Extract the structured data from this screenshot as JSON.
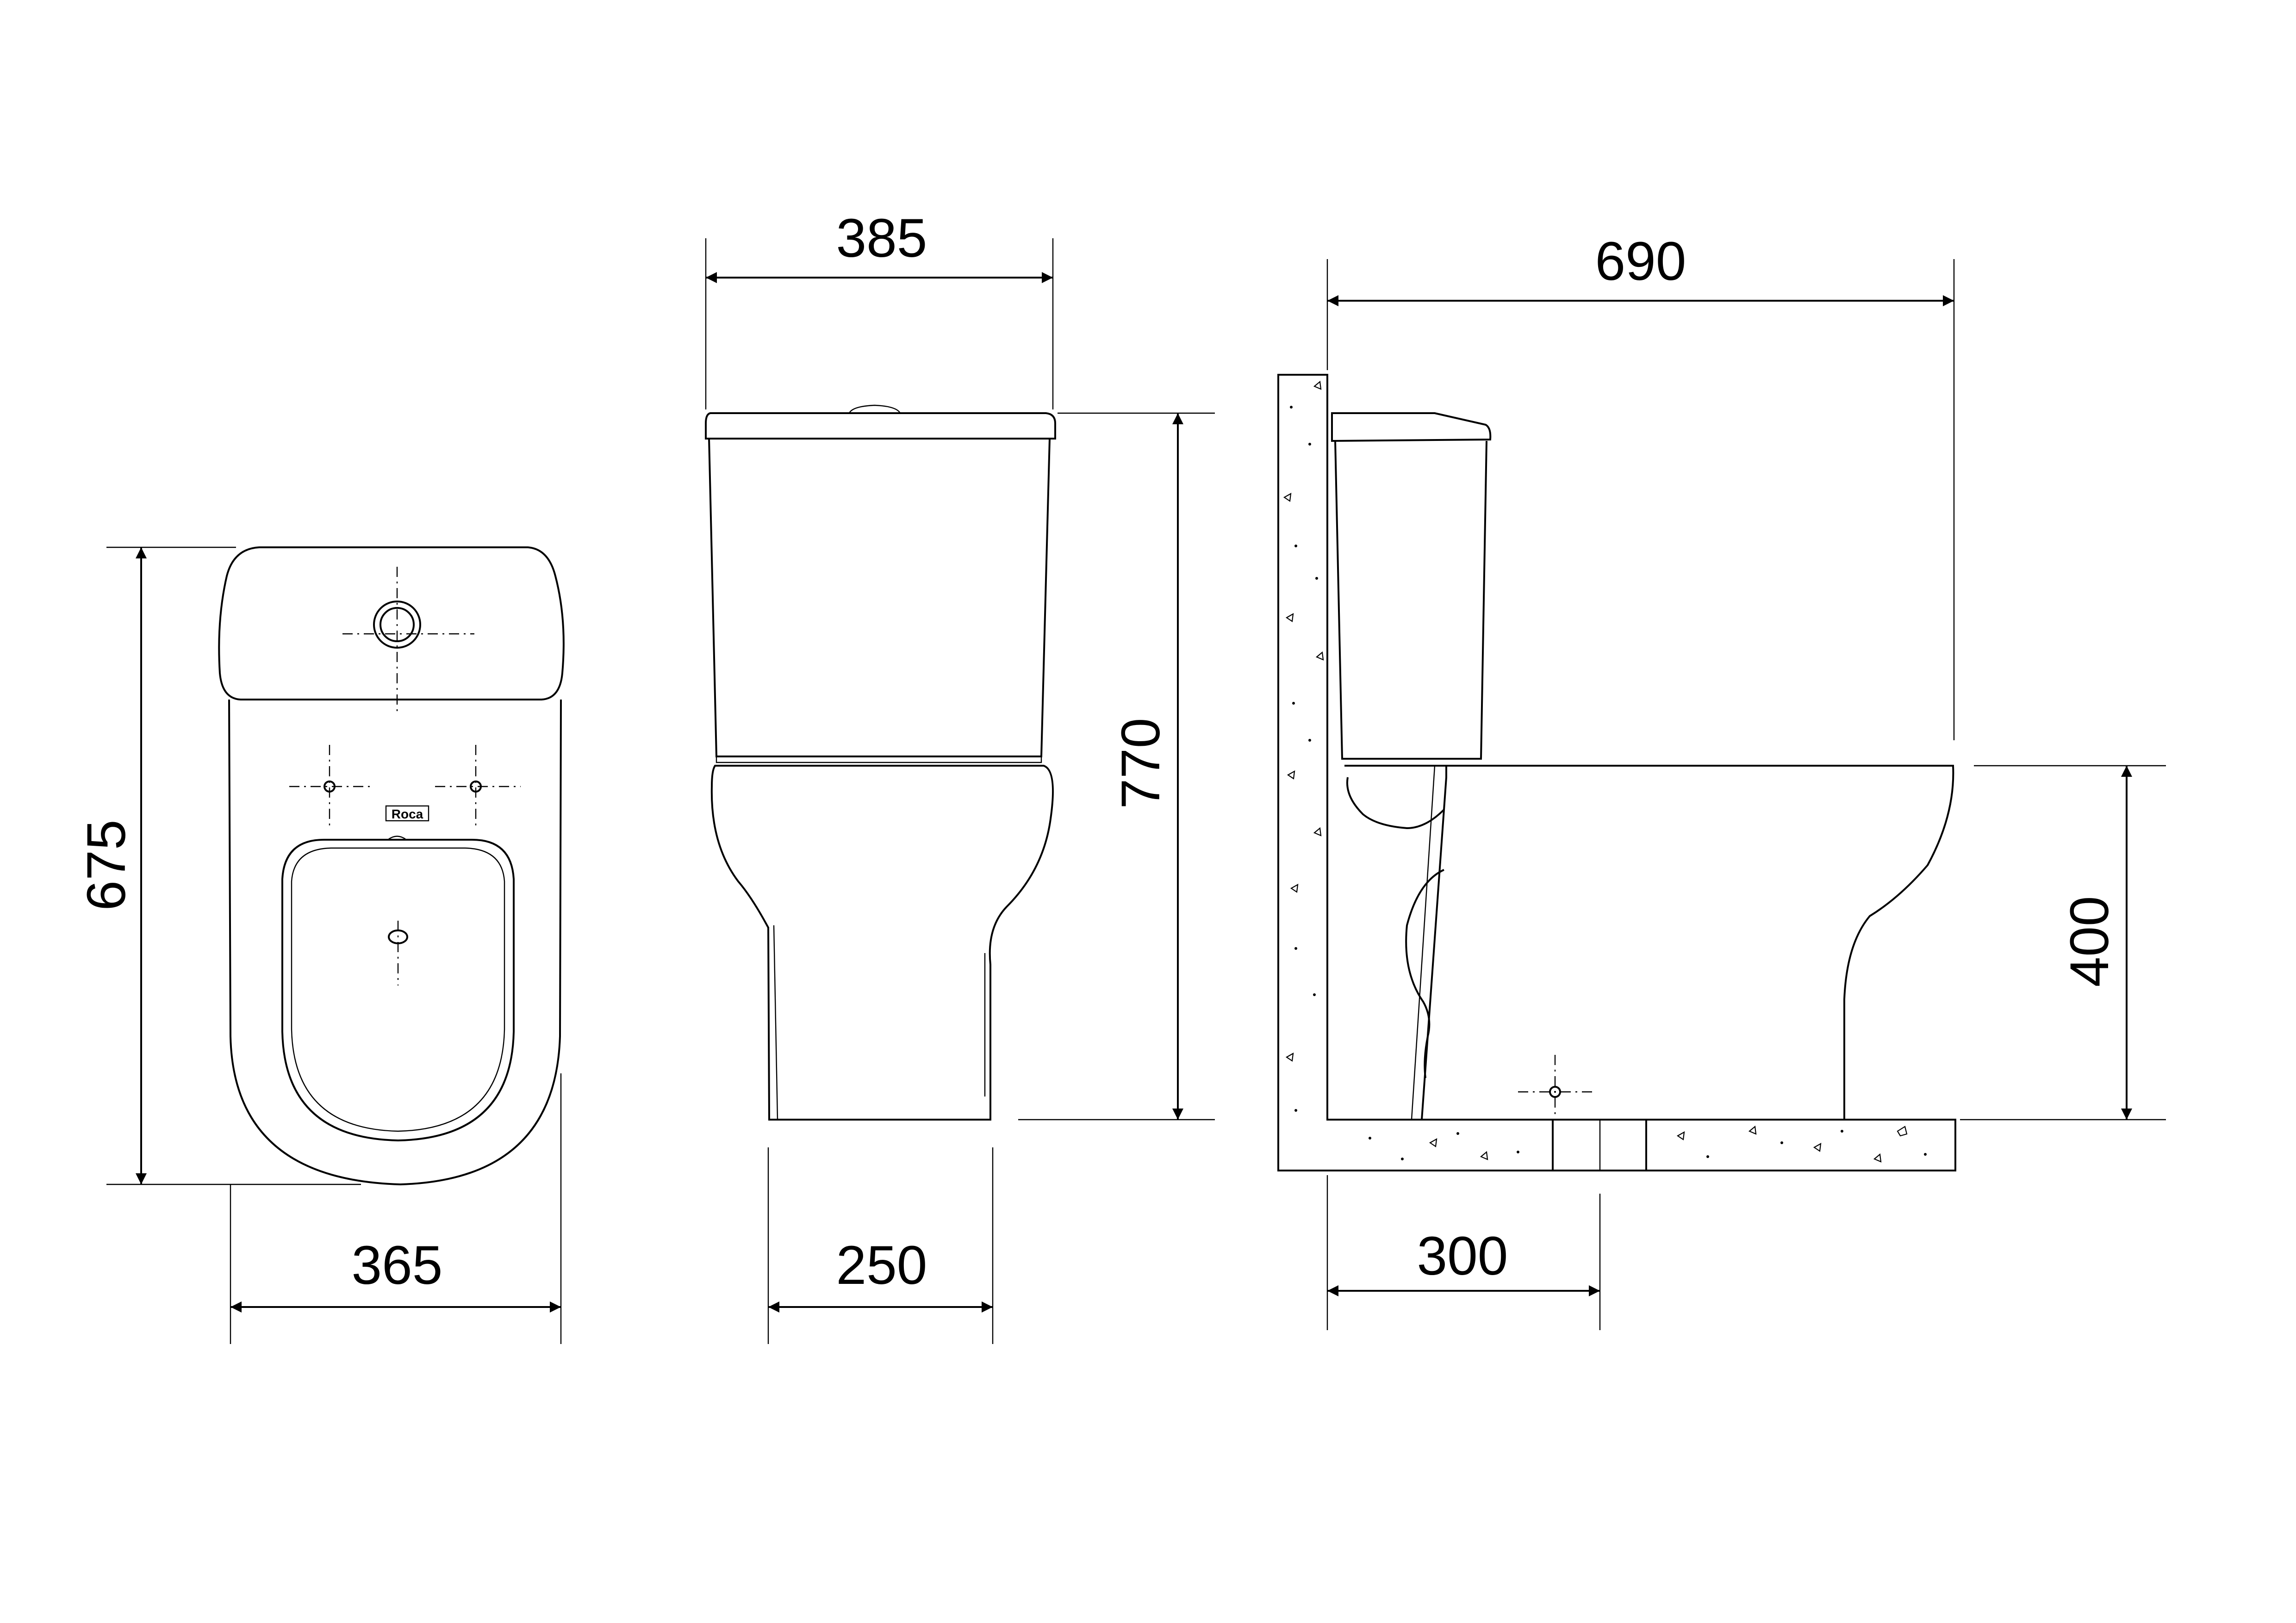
{
  "dimensions": {
    "top_view_depth": "675",
    "top_view_width": "365",
    "front_view_width": "385",
    "front_view_height": "770",
    "front_view_base_width": "250",
    "side_view_depth": "690",
    "side_view_seat_height": "400",
    "side_view_outlet_distance": "300"
  },
  "logo": {
    "text": "Roca"
  }
}
